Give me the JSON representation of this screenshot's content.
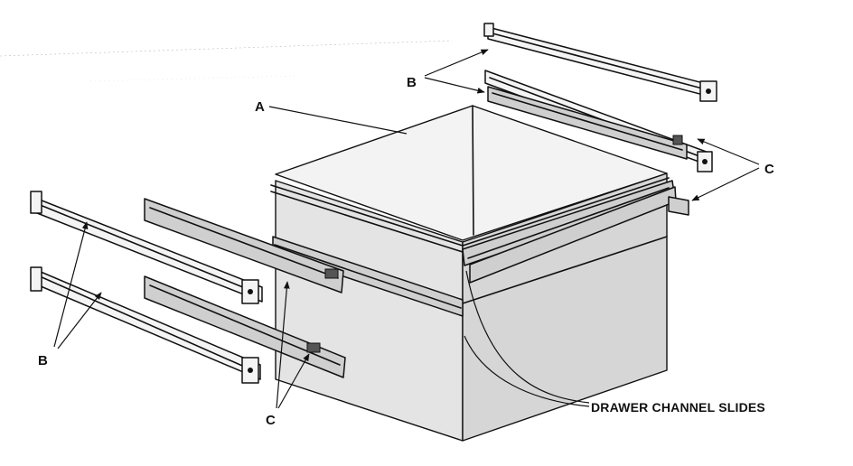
{
  "diagram": {
    "labels": {
      "a": "A",
      "b_upper": "B",
      "b_lower": "B",
      "c_right": "C",
      "c_lower": "C",
      "slides": "DRAWER CHANNEL SLIDES"
    }
  }
}
